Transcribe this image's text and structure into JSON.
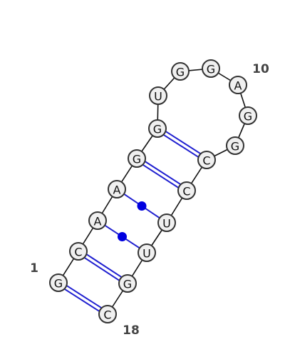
{
  "sequence": [
    "G",
    "C",
    "A",
    "A",
    "G",
    "G",
    "U",
    "G",
    "G",
    "A",
    "G",
    "G",
    "C",
    "C",
    "U",
    "U",
    "G",
    "C"
  ],
  "numbers": [
    {
      "index": 0,
      "text": "1"
    },
    {
      "index": 9,
      "text": "10"
    },
    {
      "index": 17,
      "text": "18"
    }
  ],
  "pairs": [
    {
      "i": 0,
      "j": 17,
      "type": "canonical"
    },
    {
      "i": 1,
      "j": 16,
      "type": "canonical"
    },
    {
      "i": 2,
      "j": 15,
      "type": "wobble"
    },
    {
      "i": 3,
      "j": 14,
      "type": "wobble"
    },
    {
      "i": 4,
      "j": 13,
      "type": "canonical"
    },
    {
      "i": 5,
      "j": 12,
      "type": "canonical"
    }
  ],
  "colors": {
    "pair": "#1f1fd0",
    "wobble_dot": "#0000e0",
    "circle_fill": "#f0f0f0",
    "circle_stroke": "#333333",
    "label": "#444444"
  }
}
